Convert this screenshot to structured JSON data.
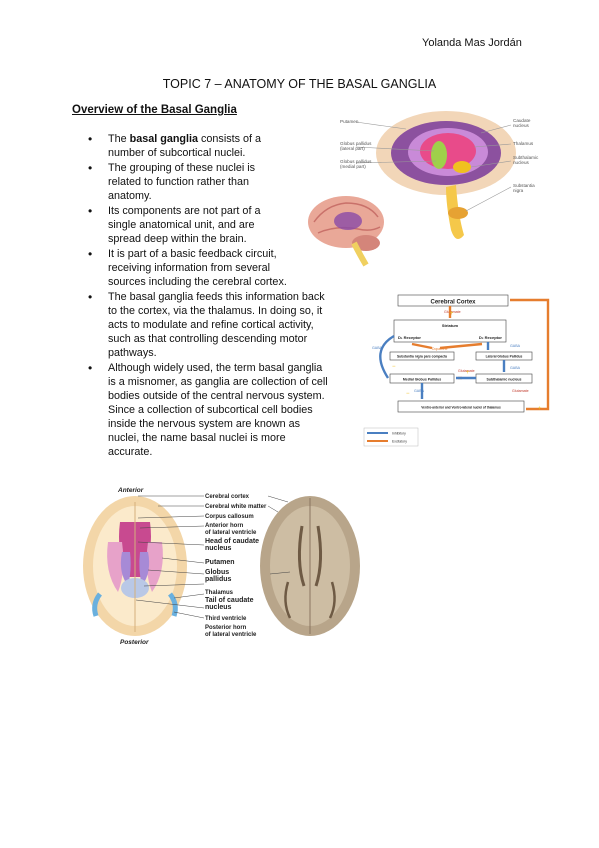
{
  "header": {
    "author": "Yolanda Mas Jordán"
  },
  "title": "TOPIC 7 – ANATOMY OF THE BASAL GANGLIA",
  "section": {
    "heading": "Overview of the Basal Ganglia"
  },
  "bullets": [
    {
      "pre": "The ",
      "bold": "basal ganglia",
      "post": " consists of a",
      "lines": [
        "number of subcortical nuclei."
      ]
    },
    {
      "first": "The grouping of these nuclei is",
      "lines": [
        "related to function rather than",
        "anatomy."
      ]
    },
    {
      "first": "Its components are not part of a",
      "lines": [
        "single anatomical unit, and are",
        "spread deep within the brain."
      ]
    },
    {
      "first": "It is part of a basic feedback circuit,",
      "lines": [
        "receiving information from several",
        "sources including the cerebral cortex."
      ]
    },
    {
      "first": "The basal ganglia feeds this information back",
      "lines": [
        "to the cortex, via the thalamus. In doing so, it",
        "acts to modulate and refine cortical activity,",
        "such as that controlling descending motor",
        "pathways."
      ]
    },
    {
      "first": "Although widely used, the term basal ganglia",
      "lines": [
        "is a misnomer, as ganglia are collection of cell",
        "bodies outside of the central nervous system.",
        "Since a collection of subcortical cell bodies",
        "inside the nervous system are known as",
        "nuclei, the name basal nuclei is more",
        "accurate."
      ]
    }
  ],
  "figure_brain": {
    "labels": {
      "putamen": "Putamen",
      "gp_lat_1": "Globus pallidus",
      "gp_lat_2": "(lateral part)",
      "gp_med_1": "Globus pallidus",
      "gp_med_2": "(medial part)",
      "caudate_1": "Caudate",
      "caudate_2": "nucleus",
      "thalamus": "Thalamus",
      "subthalamic_1": "Subthalamic",
      "subthalamic_2": "nucleus",
      "nigra_1": "Substantia",
      "nigra_2": "nigra"
    }
  },
  "figure_circuit": {
    "cortex": "Cerebral Cortex",
    "glutamate_top": "Glutamate",
    "striatum": "Striatum",
    "d1": "D₁ Receptor",
    "d2": "D₂ Receptor",
    "dopamine": "Dopamine",
    "snc": "Substantia nigra pars compacta",
    "gpe": "Lateral Globus Pallidus",
    "gaba_left": "GABA",
    "gaba_right": "GABA",
    "gaba_mid": "GABA",
    "gpi": "Medial Globus Pallidus",
    "stn": "Subthalamic nucleus",
    "glutamate_mid": "Glutamate",
    "gaba_bottom": "GABA",
    "thalamus": "Ventro-anterior and Ventro-lateral nuclei of thalamus",
    "glutamate_right": "Glutamate",
    "legend_inhib": "Inhibitory",
    "legend_excit": "Excitatory",
    "colors": {
      "inhibitory": "#4a7fc1",
      "excitatory": "#e67d2e"
    }
  },
  "figure_section": {
    "anterior": "Anterior",
    "posterior": "Posterior",
    "labels": [
      [
        "Cerebral cortex"
      ],
      [
        "Cerebral white matter"
      ],
      [
        "Corpus callosum"
      ],
      [
        "Anterior horn",
        "of lateral ventricle"
      ],
      [
        "Head of caudate",
        "nucleus"
      ],
      [
        "Putamen"
      ],
      [
        "Globus",
        "pallidus"
      ],
      [
        "Thalamus"
      ],
      [
        "Tail of caudate",
        "nucleus"
      ],
      [
        "Third ventricle"
      ],
      [
        "Posterior horn",
        "of lateral ventricle"
      ]
    ]
  }
}
